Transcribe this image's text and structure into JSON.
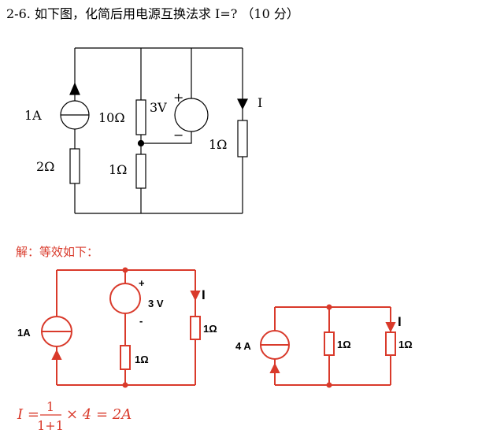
{
  "problem": {
    "title": "2-6. 如下图，化简后用电源互换法求 I=? （10 分）"
  },
  "circuit1": {
    "current_source": "1A",
    "r_series": "2Ω",
    "r_mid_top": "10Ω",
    "voltage_source": "3V",
    "plus": "+",
    "minus": "−",
    "r_mid_bottom": "1Ω",
    "r_load": "1Ω",
    "current_label": "I"
  },
  "solution": {
    "label": "解：等效如下："
  },
  "circuit2": {
    "current_source": "1A",
    "voltage_source": "3 V",
    "plus": "+",
    "minus": "-",
    "r_mid": "1Ω",
    "r_load": "1Ω",
    "current_label": "I"
  },
  "circuit3": {
    "current_source": "4 A",
    "r_mid": "1Ω",
    "r_load": "1Ω",
    "current_label": "I"
  },
  "formula": {
    "lhs": "I =",
    "numerator": "1",
    "denominator": "1+1",
    "rest": "× 4 = 2A"
  },
  "colors": {
    "red": "#d93a2b",
    "black": "#000000"
  }
}
